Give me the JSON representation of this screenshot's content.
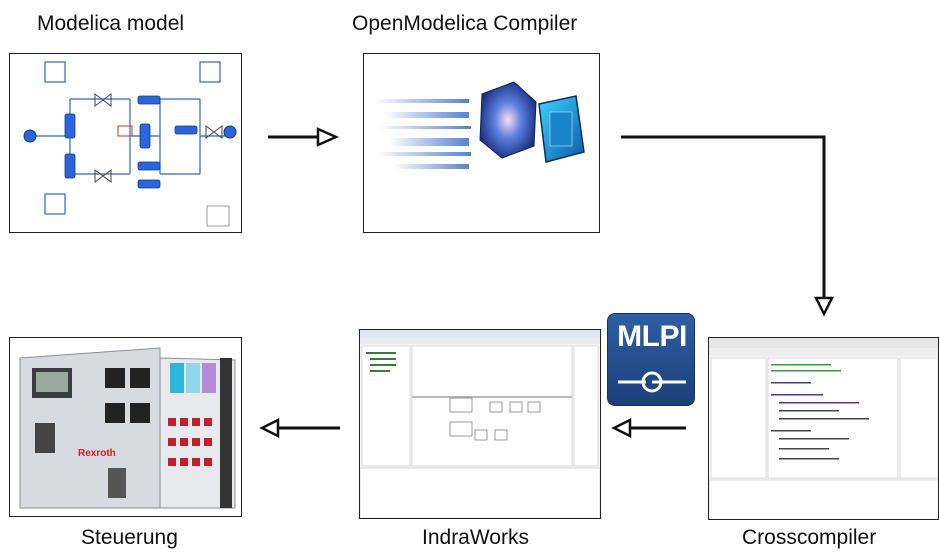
{
  "labels": {
    "modelica": "Modelica model",
    "compiler": "OpenModelica Compiler",
    "steuerung": "Steuerung",
    "indraworks": "IndraWorks",
    "crosscompiler": "Crosscompiler"
  },
  "mlpi_badge": {
    "text": "MLPI",
    "icon": "connector-plug-icon",
    "color": "#2a4f8f"
  },
  "controller": {
    "brand": "Rexroth",
    "brand_color": "#d81e1e"
  },
  "colors": {
    "arrow": "#111111",
    "panel_border": "#222222",
    "modelica_blue": "#2a66d9"
  }
}
